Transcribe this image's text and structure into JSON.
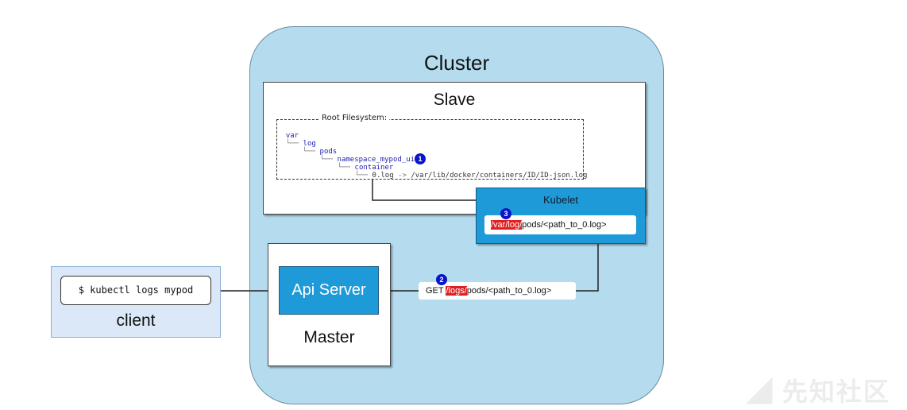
{
  "cluster": {
    "title": "Cluster"
  },
  "slave": {
    "title": "Slave",
    "filesystem": {
      "label": "Root Filesystem:",
      "tree": {
        "var": "var",
        "log": "log",
        "pods": "pods",
        "namespace": "namespace_mypod_uid",
        "container": "container",
        "file": "0.log",
        "arrow": "->",
        "target": "/var/lib/docker/containers/ID/ID-json.log"
      }
    }
  },
  "kubelet": {
    "title": "Kubelet",
    "path_highlight": "/var/log/",
    "path_rest": "pods/<path_to_0.log>"
  },
  "master": {
    "title": "Master",
    "api_server": "Api Server"
  },
  "request": {
    "method": "GET",
    "path_highlight": "/logs/",
    "path_rest": "pods/<path_to_0.log>"
  },
  "client": {
    "title": "client",
    "command": "$ kubectl logs mypod"
  },
  "badges": {
    "one": "1",
    "two": "2",
    "three": "3"
  },
  "watermark": "先知社区",
  "colors": {
    "cluster_fill": "#b4dbee",
    "component_fill": "#1e9ad8",
    "client_fill": "#dbe8f8",
    "highlight": "#e02020",
    "badge": "#0a14c8",
    "tree_text": "#1c1cb4"
  }
}
